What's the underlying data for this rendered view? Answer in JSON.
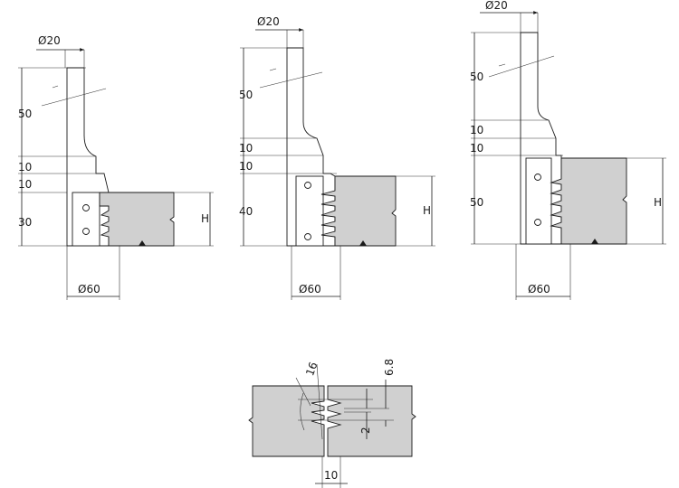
{
  "tool1": {
    "shank_dia": "Ø20",
    "shank_len": "50",
    "collar1": "10",
    "collar2": "10",
    "cut_h": "30",
    "cut_dia": "Ø60",
    "h": "H"
  },
  "tool2": {
    "shank_dia": "Ø20",
    "shank_len": "50",
    "collar1": "10",
    "collar2": "10",
    "cut_h": "40",
    "cut_dia": "Ø60",
    "h": "H"
  },
  "tool3": {
    "shank_dia": "Ø20",
    "shank_len": "50",
    "collar1": "10",
    "collar2": "10",
    "cut_h": "50",
    "cut_dia": "Ø60",
    "h": "H"
  },
  "profile": {
    "angle": "16",
    "pitch": "6.8",
    "depth": "2",
    "width": "10"
  }
}
